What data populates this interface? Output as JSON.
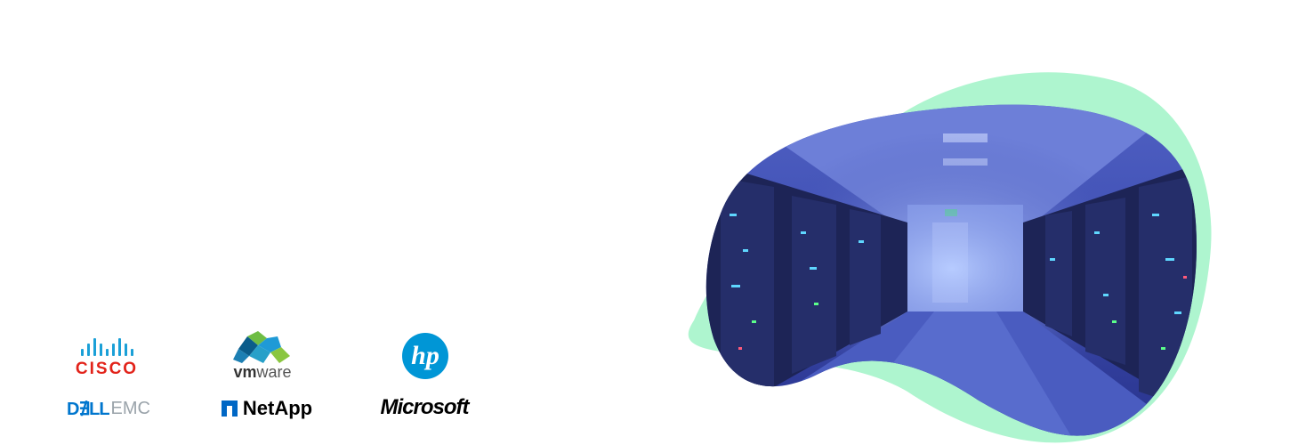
{
  "logos": {
    "cisco": "CISCO",
    "vmware_vm": "vm",
    "vmware_ware": "ware",
    "hp": "hp",
    "dell_a": "D∄LL",
    "dell_b": "EMC",
    "netapp": "NetApp",
    "microsoft": "Microsoft"
  },
  "colors": {
    "accent_green": "#aef5cf",
    "hall_blue": "#3f4fb3",
    "cisco_red": "#e2231a",
    "cisco_blue": "#1ba0d7"
  },
  "icons": [
    "cisco-bars-icon",
    "vmware-cloud-icon",
    "hp-icon",
    "netapp-mark-icon"
  ]
}
